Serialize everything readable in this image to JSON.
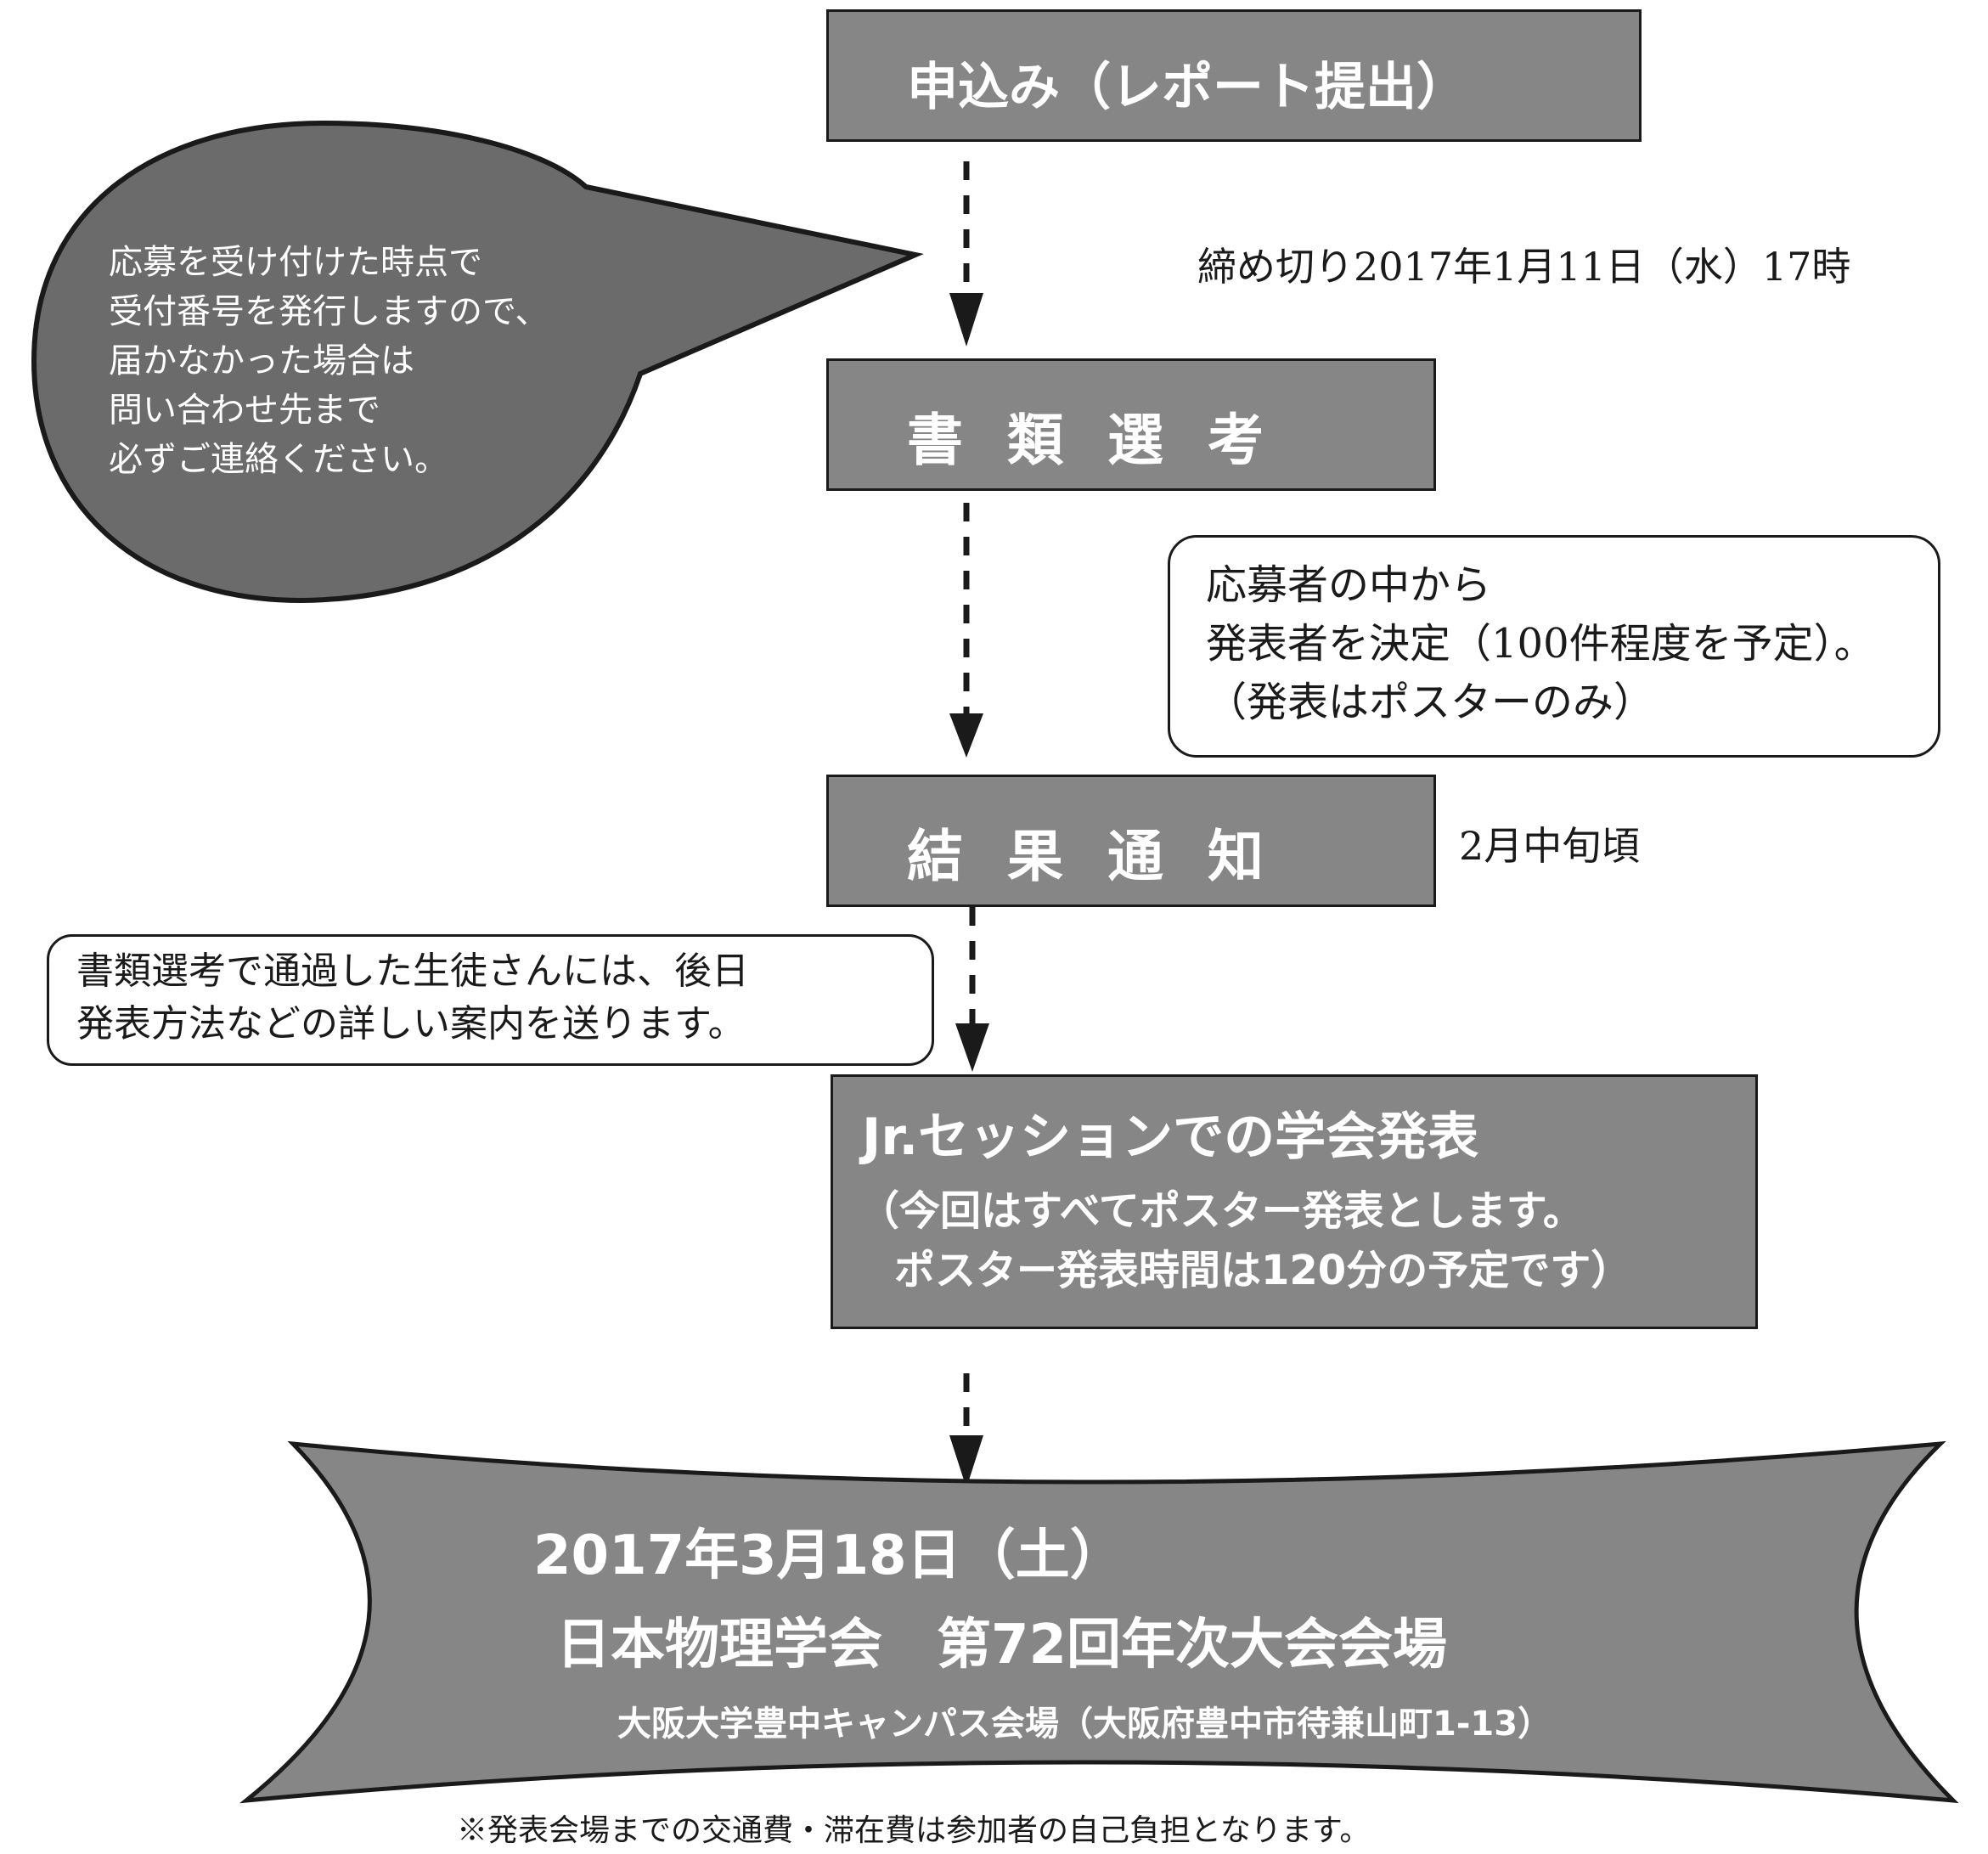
{
  "steps": {
    "apply": "申込み（レポート提出）",
    "screening": "書類選考",
    "notice": "結果通知",
    "session": {
      "title": "Jr.セッションでの学会発表",
      "line1": "（今回はすべてポスター発表とします。",
      "line2": "ポスター発表時間は120分の予定です）"
    }
  },
  "deadline": "締め切り2017年1月11日（水）17時",
  "bubble": {
    "lines": [
      "応募を受け付けた時点で",
      "受付番号を発行しますので、",
      "届かなかった場合は",
      "問い合わせ先まで",
      "必ずご連絡ください。"
    ]
  },
  "selection_note": {
    "lines": [
      "応募者の中から",
      "発表者を決定（100件程度を予定）。",
      "（発表はポスターのみ）"
    ]
  },
  "notice_timing": "2月中旬頃",
  "guide_note": {
    "lines": [
      "書類選考で通過した生徒さんには、後日",
      "発表方法などの詳しい案内を送ります。"
    ]
  },
  "event": {
    "date": "2017年3月18日（土）",
    "venue": "日本物理学会　第72回年次大会会場",
    "address": "大阪大学豊中キャンパス会場（大阪府豊中市待兼山町1-13）"
  },
  "footnote": "※発表会場までの交通費・滞在費は参加者の自己負担となります。",
  "colors": {
    "box_fill": "#868686",
    "bubble_fill": "#6b6b6b",
    "outline": "#1a1a1a"
  }
}
